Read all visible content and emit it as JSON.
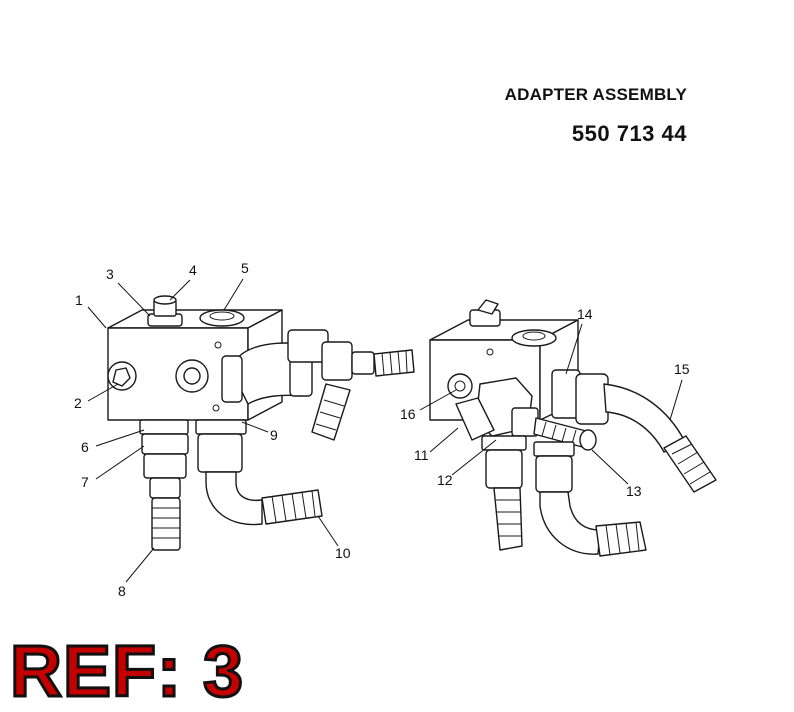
{
  "header": {
    "title": "ADAPTER ASSEMBLY",
    "part_number": "550 713 44"
  },
  "ref_label": "REF: 3",
  "callouts": [
    "1",
    "2",
    "3",
    "4",
    "5",
    "6",
    "7",
    "8",
    "9",
    "10",
    "11",
    "12",
    "13",
    "14",
    "15",
    "16"
  ],
  "colors": {
    "ref_fill": "#c40000",
    "ref_outline": "#111111",
    "line": "#1a1a1a"
  }
}
